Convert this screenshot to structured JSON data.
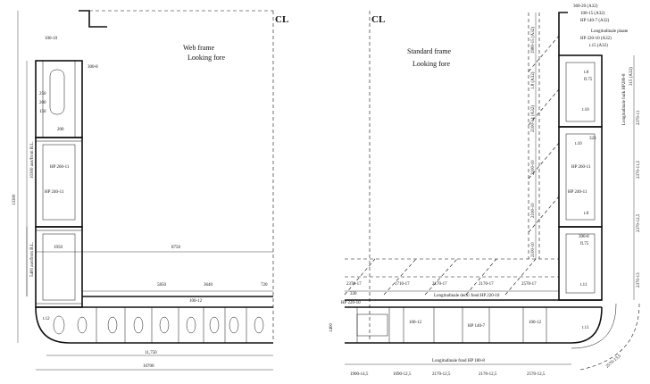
{
  "web_frame": {
    "title_line1": "Web frame",
    "title_line2": "Looking fore",
    "dims": {
      "top_plate": "100-10",
      "opening": "300-8",
      "bracket_a": "250",
      "bracket_b": "200",
      "bracket_c": "150",
      "gap": "200",
      "deck_1": "10300 aus/from B.L.",
      "deck_2": "5400 aus/from B.L.",
      "height_total": "13300",
      "hp_a": "HP 260-11",
      "hp_b": "HP 240-11",
      "w1": "1950",
      "w2": "8750",
      "w3": "5850",
      "w4": "3640",
      "w5": "720",
      "stiffener": "100-12",
      "bottom_w": "11,750",
      "overall_w": "10700",
      "plate": "t.12"
    }
  },
  "std_frame": {
    "title_line1": "Standard frame",
    "title_line2": "Looking fore",
    "dims": {
      "top_1": "360-20 (A32)",
      "top_2": "100-15 (A32)",
      "top_3": "HP 140-7 (A32)",
      "top_4": "Longitudinale plaate",
      "top_5": "HP 220-10 (A32)",
      "top_6": "t.15 (A32)",
      "side_a": "1980-15 (A32)",
      "side_b": "1.8 (A32)",
      "side_c": "2100-14 (A32)",
      "side_d": "2100-10",
      "side_e": "2100-10",
      "side_f": "2100-10",
      "right_1": "315 (A32)",
      "right_2": "Longitudinale bulk HP280-8",
      "right_3": "2370-11",
      "right_4": "2370-11,5",
      "right_5": "2370-12,5",
      "right_6": "2370-13",
      "hp_a": "HP 260-11",
      "hp_b": "HP 240-11",
      "t_marks": [
        "t.10",
        "t.8",
        "t.10",
        "t.8",
        "t.11"
      ],
      "inner_1": "300-8",
      "inner_2": "fl.75",
      "inner_3": "323",
      "inner_4": "fl.75",
      "bay_1": "2370-17",
      "bay_2": "1710-17",
      "bay_3": "2170-17",
      "bay_4": "2170-17",
      "bay_5": "2570-17",
      "long_deck": "Longitudinale deck/ fond HP 220-10",
      "long_fond": "Longitudinale fond HP 180-8",
      "hp_bottom": "HP 220-10",
      "hp_140": "HP 140-7",
      "plate_100_12": "100-12",
      "plate_100_12b": "100-12",
      "t_bottom": "t.11",
      "bot_1": "1900-14,5",
      "bot_2": "1090-12,5",
      "bot_3": "2170-12,5",
      "bot_4": "2170-12,5",
      "bot_5": "2570-12,5",
      "bilge": "2570-13,5",
      "small_330": "330",
      "small_1400": "1400"
    }
  },
  "centerline": "CL"
}
